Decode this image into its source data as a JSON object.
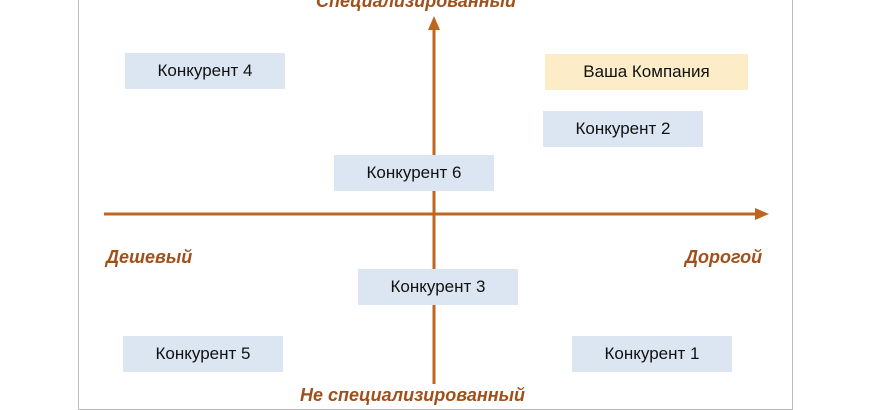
{
  "axes": {
    "top": "Специализированный",
    "bottom": "Не специализированный",
    "left": "Дешевый",
    "right": "Дорогой",
    "color": "#c0651f"
  },
  "items": {
    "own": "Ваша Компания",
    "c1": "Конкурент 1",
    "c2": "Конкурент 2",
    "c3": "Конкурент 3",
    "c4": "Конкурент 4",
    "c5": "Конкурент 5",
    "c6": "Конкурент 6"
  }
}
